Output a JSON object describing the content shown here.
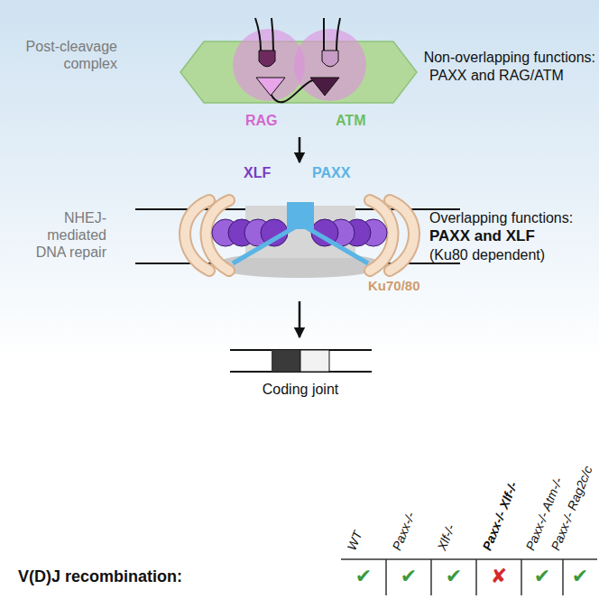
{
  "diagram": {
    "nodes": [
      {
        "text": [
          "Post-cleavage complex",
          "RAG",
          "ATM"
        ]
      },
      {
        "text": [
          "NHEJ-mediated DNA repair",
          "XLF",
          "PAXX",
          "Ku70/80"
        ]
      },
      {
        "text": [
          "Coding joint"
        ]
      }
    ],
    "edges": [
      {
        "from": 0,
        "to": 1,
        "arrow": "to"
      },
      {
        "from": 1,
        "to": 2,
        "arrow": "to"
      }
    ],
    "labels": [
      "Non-overlapping functions:",
      "PAXX and RAG/ATM",
      "Overlapping functions:",
      "PAXX and XLF",
      "(Ku80 dependent)",
      "V(D)J recombination:",
      "WT",
      "Paxx-/-",
      "Xlf-/-",
      "Paxx-/- Xlf-/-",
      "Paxx-/- Atm-/-",
      "Paxx-/- Rag2c/c",
      "✔",
      "✔",
      "✔",
      "✘",
      "✔",
      "✔"
    ]
  }
}
